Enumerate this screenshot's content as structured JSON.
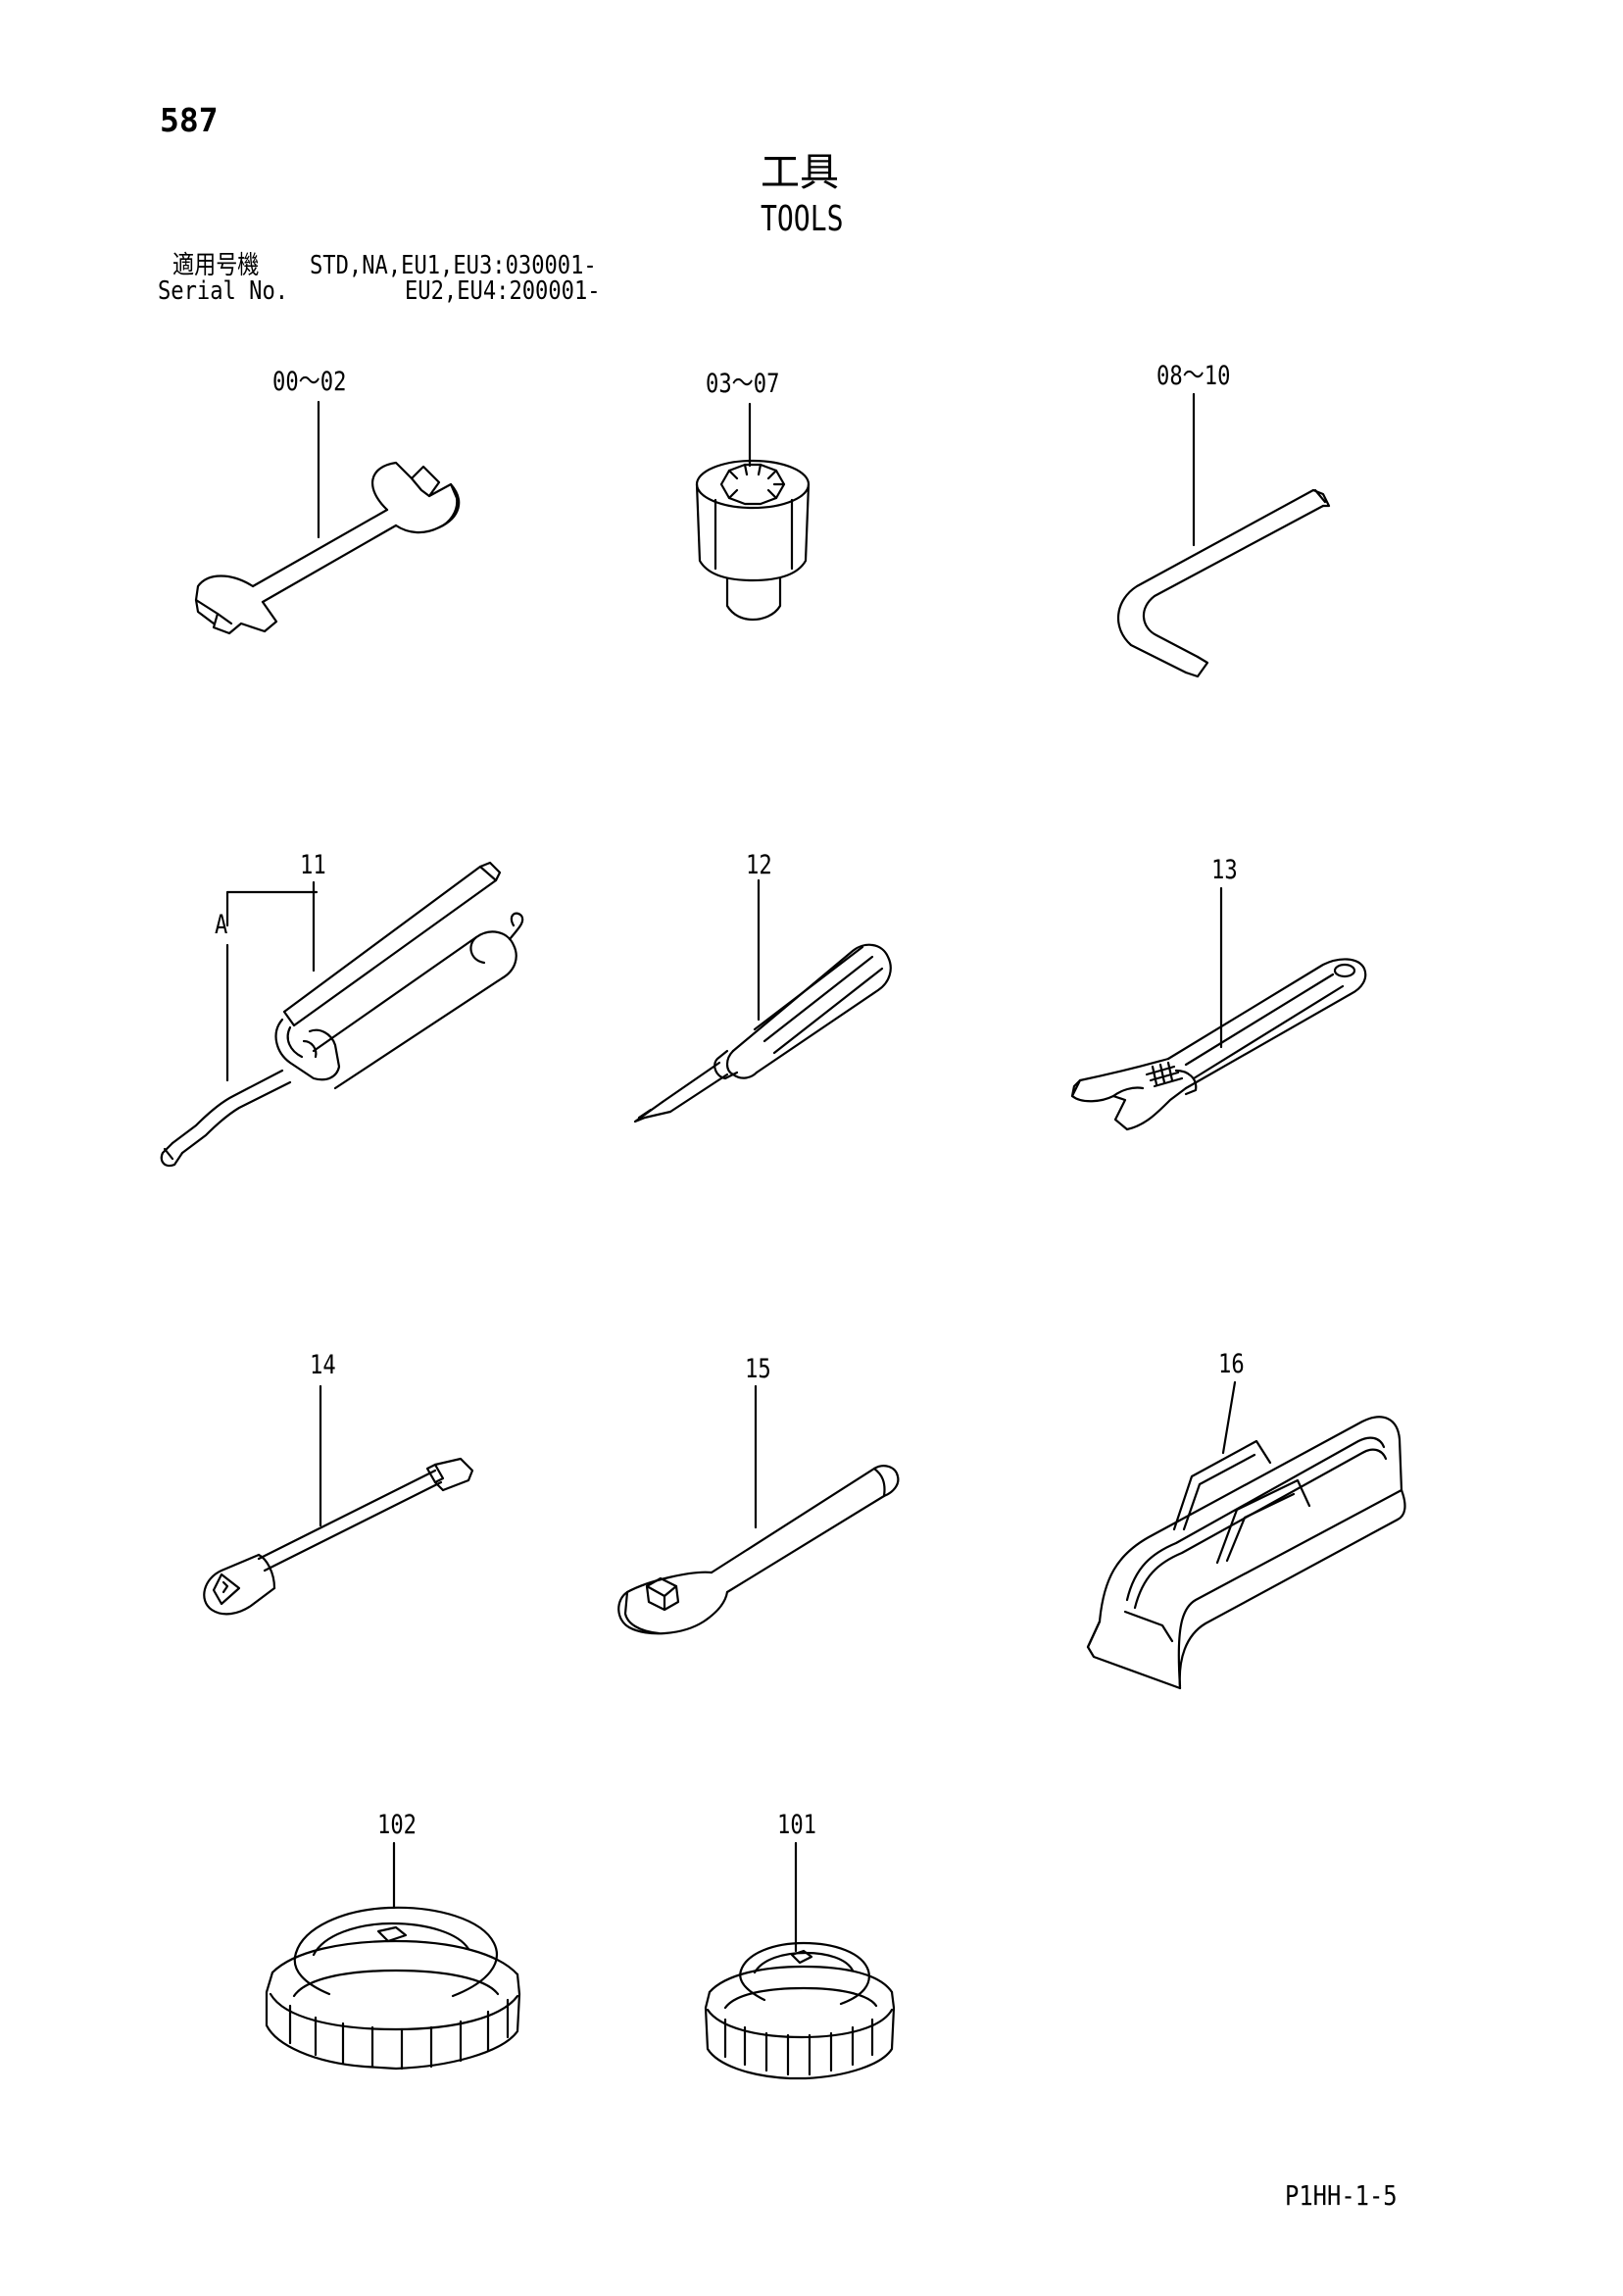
{
  "page_number": "587",
  "title_ja": "工具",
  "title_en": "TOOLS",
  "serial": {
    "label_ja": "適用号機",
    "label_en": "Serial No.",
    "values": [
      "STD,NA,EU1,EU3:030001-",
      "EU2,EU4:200001-"
    ]
  },
  "doc_code": "P1HH-1-5",
  "parts": [
    {
      "callout": "00～02",
      "icon": "open-end-wrench-icon"
    },
    {
      "callout": "03～07",
      "icon": "socket-icon"
    },
    {
      "callout": "08～10",
      "icon": "hex-key-icon"
    },
    {
      "callout": "11",
      "icon": "grease-gun-icon",
      "sub_label": "A"
    },
    {
      "callout": "12",
      "icon": "screwdriver-icon"
    },
    {
      "callout": "13",
      "icon": "adjustable-wrench-icon"
    },
    {
      "callout": "14",
      "icon": "extension-bar-icon"
    },
    {
      "callout": "15",
      "icon": "ratchet-handle-icon"
    },
    {
      "callout": "16",
      "icon": "tool-bag-icon"
    },
    {
      "callout": "102",
      "icon": "filter-wrench-large-icon"
    },
    {
      "callout": "101",
      "icon": "filter-wrench-small-icon"
    }
  ]
}
